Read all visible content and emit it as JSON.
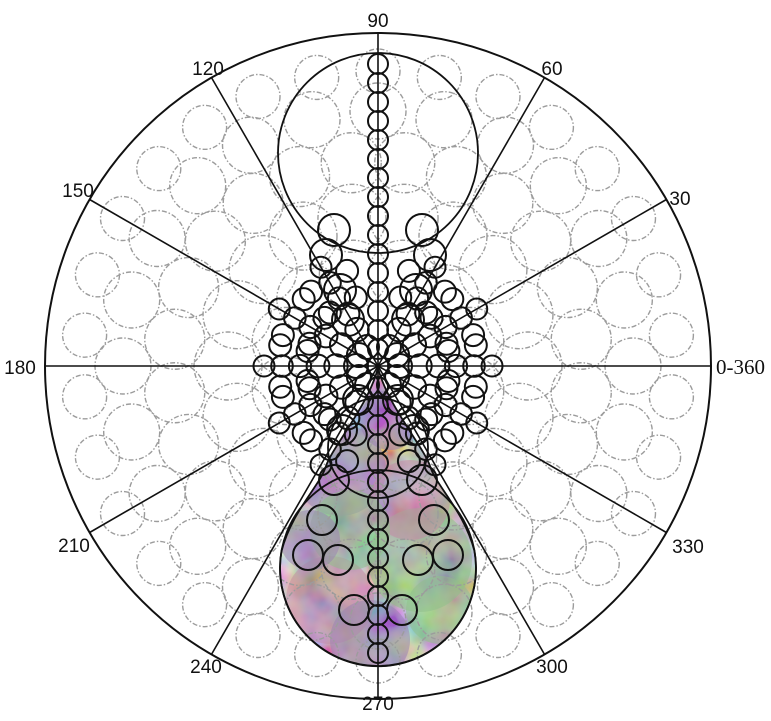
{
  "diagram": {
    "angle_labels": [
      {
        "text": "0-360",
        "angle": 0
      },
      {
        "text": "30",
        "angle": 30
      },
      {
        "text": "60",
        "angle": 60
      },
      {
        "text": "90",
        "angle": 90
      },
      {
        "text": "120",
        "angle": 120
      },
      {
        "text": "150",
        "angle": 150
      },
      {
        "text": "180",
        "angle": 180
      },
      {
        "text": "210",
        "angle": 210
      },
      {
        "text": "240",
        "angle": 240
      },
      {
        "text": "270",
        "angle": 270
      },
      {
        "text": "300",
        "angle": 300
      },
      {
        "text": "330",
        "angle": 330
      }
    ],
    "colors": {
      "line": "#111111",
      "faint_circles": "#9c9c9c",
      "fill_purple": "#9b83b3",
      "fill_green": "#8fbf8a",
      "fill_pink": "#c58aa6",
      "fill_gray": "#9aa39a"
    }
  }
}
